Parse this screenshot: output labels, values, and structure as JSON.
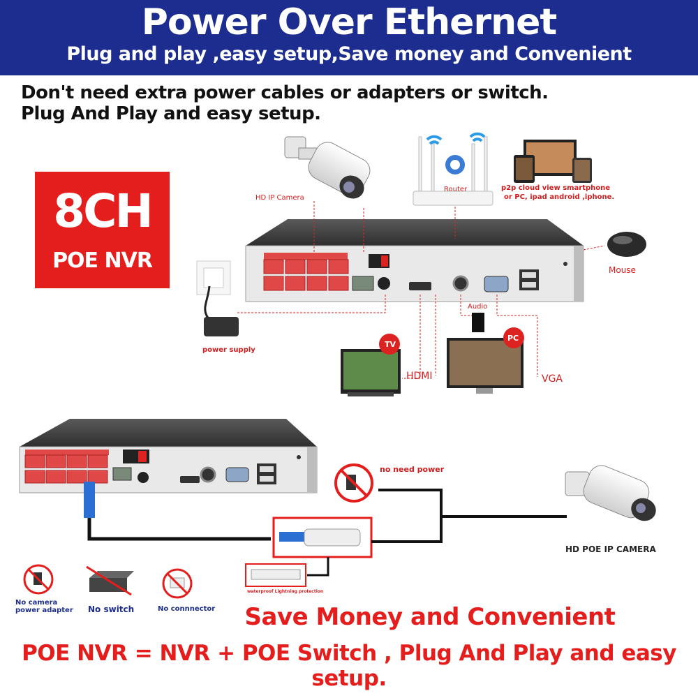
{
  "header": {
    "title": "Power Over Ethernet",
    "subtitle": "Plug and play ,easy setup,Save money and Convenient"
  },
  "intro": {
    "line1": "Don't need extra power cables or adapters or switch.",
    "line2": "Plug And Play and easy setup."
  },
  "badge": {
    "line1": "8CH",
    "line2": "POE NVR"
  },
  "top_diagram": {
    "hd_ip_camera": "HD IP Camera",
    "router": "Router",
    "p2p_line1": "p2p cloud  view smartphone",
    "p2p_line2": "or PC, ipad android ,iphone.",
    "mouse": "Mouse",
    "power_supply": "power supply",
    "audio": "Audio",
    "tv": "TV",
    "pc": "PC",
    "hdmi": "HDMI",
    "vga": "VGA"
  },
  "bottom_diagram": {
    "no_need_power": "no need power",
    "hd_poe_ip_camera": "HD POE IP CAMERA",
    "waterproof": "waterproof Lightning protection",
    "no_adapter_line1": "No camera",
    "no_adapter_line2": "power adapter",
    "no_switch": "No switch",
    "no_connector": "No connnector"
  },
  "footer": {
    "line1": "Save Money and Convenient",
    "line2": "POE NVR = NVR + POE Switch , Plug And Play and easy setup."
  },
  "colors": {
    "banner": "#1c2d8f",
    "accent_red": "#e41d1d",
    "port_red": "#e04848"
  }
}
